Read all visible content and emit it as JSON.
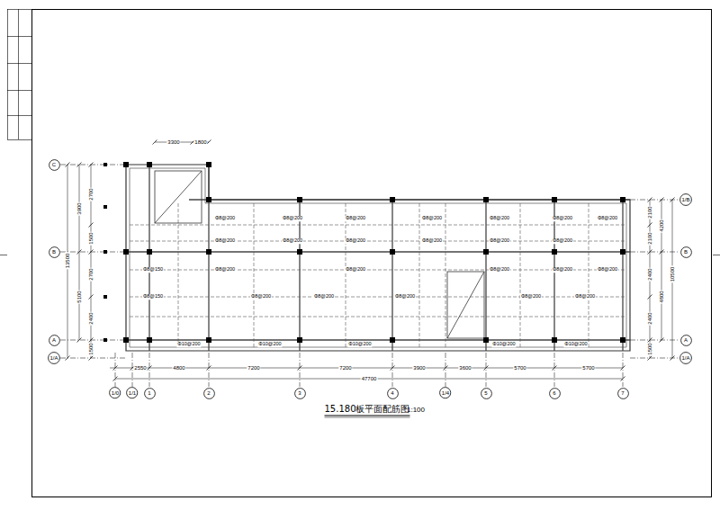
{
  "diagram": {
    "title": "15.180板平面配筋图",
    "nodes": [
      {
        "text": [
          "C"
        ]
      },
      {
        "text": [
          "1/B"
        ]
      },
      {
        "text": [
          "B"
        ]
      },
      {
        "text": [
          "B"
        ]
      },
      {
        "text": [
          "A"
        ]
      },
      {
        "text": [
          "A"
        ]
      },
      {
        "text": [
          "1/A"
        ]
      },
      {
        "text": [
          "1/A"
        ]
      },
      {
        "text": [
          "1/0"
        ]
      },
      {
        "text": [
          "1/1"
        ]
      },
      {
        "text": [
          "1"
        ]
      },
      {
        "text": [
          "2"
        ]
      },
      {
        "text": [
          "3"
        ]
      },
      {
        "text": [
          "4"
        ]
      },
      {
        "text": [
          "1/4"
        ]
      },
      {
        "text": [
          "5"
        ]
      },
      {
        "text": [
          "6"
        ]
      },
      {
        "text": [
          "7"
        ]
      }
    ],
    "labels": [
      "1:100",
      "3300",
      "1800",
      "2700",
      "1500",
      "2700",
      "2400",
      "1500",
      "3900",
      "5100",
      "13500",
      "2100",
      "2100",
      "2400",
      "2400",
      "1500",
      "4200",
      "4800",
      "10500",
      "2550",
      "4800",
      "7200",
      "7200",
      "3900",
      "3600",
      "5700",
      "5700",
      "47700",
      "Φ8@200",
      "Φ8@200",
      "Φ8@200",
      "Φ8@200",
      "Φ8@200",
      "Φ8@200",
      "Φ8@200",
      "Φ8@200",
      "Φ8@200",
      "Φ8@200",
      "Φ8@200",
      "Φ8@200",
      "Φ8@200",
      "Φ8@150",
      "Φ8@200",
      "Φ8@200",
      "Φ8@200",
      "Φ8@200",
      "Φ8@200",
      "Φ8@150",
      "Φ8@200",
      "Φ8@200",
      "Φ8@200",
      "Φ8@200",
      "Φ8@200",
      "Φ10@200",
      "Φ10@200",
      "Φ10@200",
      "Φ10@200",
      "Φ10@200"
    ]
  }
}
